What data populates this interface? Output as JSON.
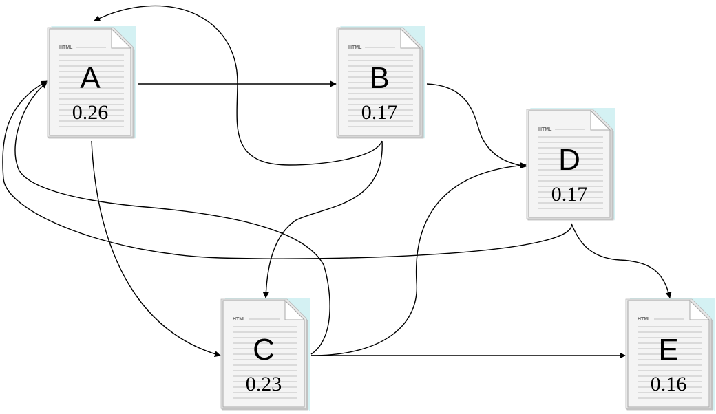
{
  "diagram": {
    "doc_tag": "HTML",
    "nodes": [
      {
        "id": "A",
        "letter": "A",
        "score": "0.26"
      },
      {
        "id": "B",
        "letter": "B",
        "score": "0.17"
      },
      {
        "id": "C",
        "letter": "C",
        "score": "0.23"
      },
      {
        "id": "D",
        "letter": "D",
        "score": "0.17"
      },
      {
        "id": "E",
        "letter": "E",
        "score": "0.16"
      }
    ],
    "edges": [
      {
        "from": "A",
        "to": "B"
      },
      {
        "from": "A",
        "to": "C"
      },
      {
        "from": "B",
        "to": "A"
      },
      {
        "from": "B",
        "to": "C"
      },
      {
        "from": "B",
        "to": "D"
      },
      {
        "from": "C",
        "to": "A"
      },
      {
        "from": "C",
        "to": "D"
      },
      {
        "from": "C",
        "to": "E"
      },
      {
        "from": "D",
        "to": "A"
      },
      {
        "from": "D",
        "to": "E"
      }
    ],
    "colors": {
      "edge": "#000000",
      "page_fill": "#f4f4f4",
      "page_shadow": "#cfeff2",
      "page_lines": "#9a9a9a"
    }
  }
}
